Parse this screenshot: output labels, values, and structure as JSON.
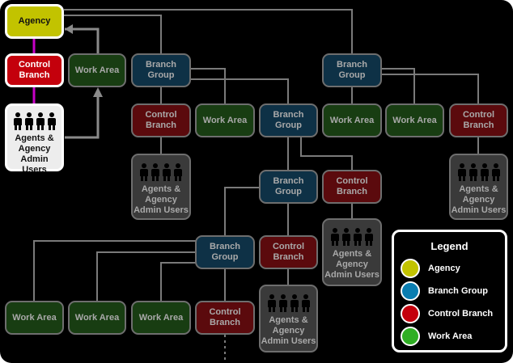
{
  "labels": {
    "agency": "Agency",
    "control_branch": "Control Branch",
    "branch_group": "Branch Group",
    "work_area": "Work Area",
    "users": "Agents & Agency Admin Users"
  },
  "legend": {
    "title": "Legend",
    "items": [
      {
        "label": "Agency",
        "color": "#c2c300"
      },
      {
        "label": "Branch Group",
        "color": "#0a7db0"
      },
      {
        "label": "Control Branch",
        "color": "#c4000c"
      },
      {
        "label": "Work Area",
        "color": "#2fae24"
      }
    ]
  },
  "colors": {
    "background": "#000000",
    "connector": "#7a7a7a",
    "highlight_connector": "#c800c8",
    "highlight_arrow": "#8a8a8a"
  }
}
